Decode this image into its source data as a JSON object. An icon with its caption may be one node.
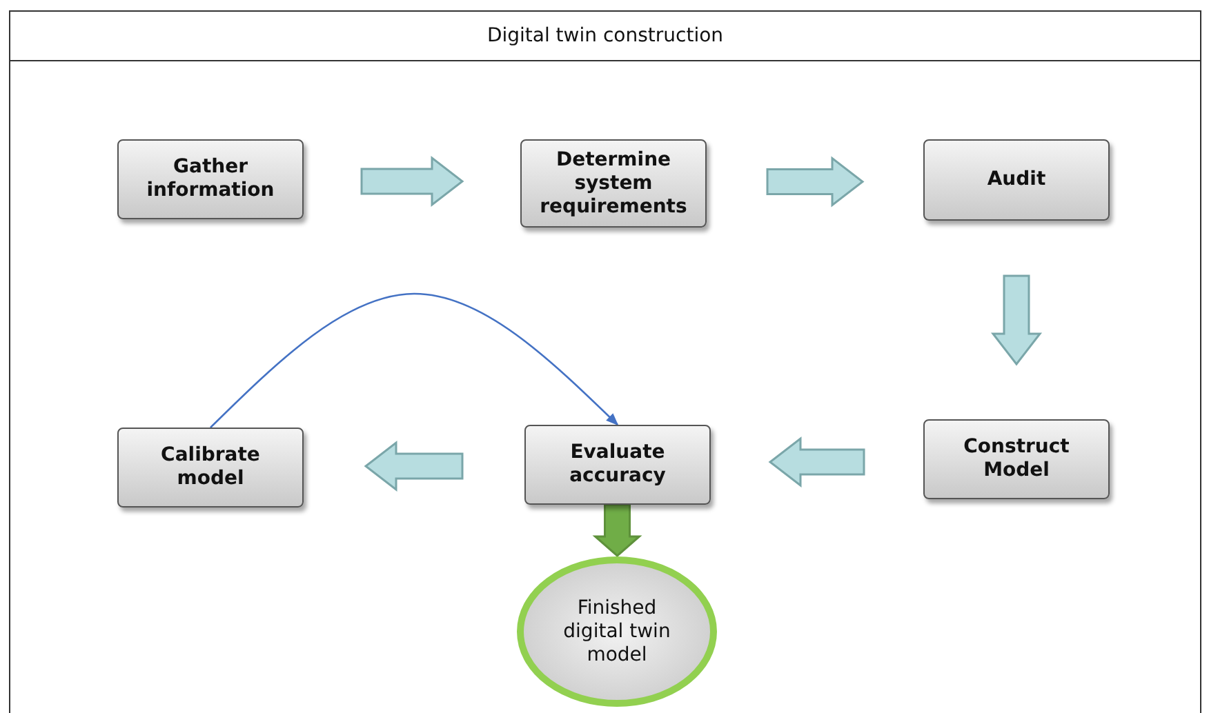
{
  "diagram": {
    "title": "Digital twin construction",
    "nodes": [
      {
        "text": [
          "Gather information"
        ]
      },
      {
        "text": [
          "Determine system requirements"
        ]
      },
      {
        "text": [
          "Audit"
        ]
      },
      {
        "text": [
          "Construct Model"
        ]
      },
      {
        "text": [
          "Evaluate accuracy"
        ]
      },
      {
        "text": [
          "Calibrate model"
        ]
      },
      {
        "text": [
          "Finished digital twin model"
        ]
      }
    ],
    "edges": [
      {
        "from": 0,
        "to": 1,
        "arrow": "to"
      },
      {
        "from": 1,
        "to": 2,
        "arrow": "to"
      },
      {
        "from": 2,
        "to": 3,
        "arrow": "to"
      },
      {
        "from": 3,
        "to": 4,
        "arrow": "to"
      },
      {
        "from": 4,
        "to": 5,
        "arrow": "to"
      },
      {
        "from": 5,
        "to": 4,
        "arrow": "to",
        "color": "#4472c4"
      },
      {
        "from": 4,
        "to": 6,
        "arrow": "to",
        "color": "#70ad47"
      }
    ]
  }
}
